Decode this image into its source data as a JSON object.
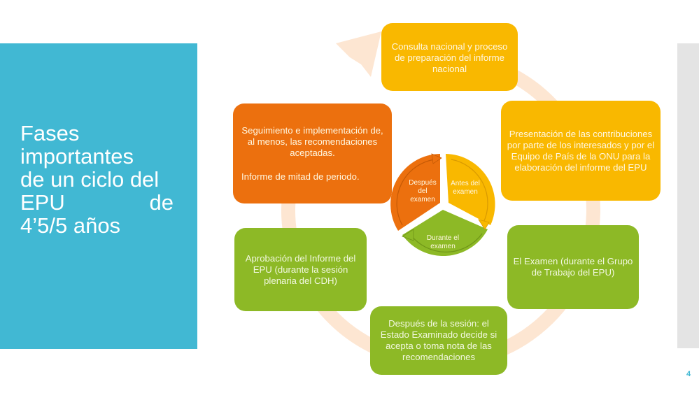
{
  "slide": {
    "title_lines": [
      "Fases",
      "importantes",
      "de un ciclo del"
    ],
    "title_spread": [
      "EPU",
      "de"
    ],
    "title_last": "4’5/5 años",
    "page_number": "4"
  },
  "colors": {
    "title_panel": "#41B8D3",
    "yellow": "#F9B800",
    "orange": "#EC700E",
    "green": "#8DB926",
    "ring": "#FDE6D2",
    "side_panel": "#E4E4E4"
  },
  "phases": [
    {
      "id": "consulta",
      "color": "yellow",
      "text": "Consulta nacional y proceso de preparación del informe nacional"
    },
    {
      "id": "presentacion",
      "color": "yellow",
      "text": "Presentación de las contribuciones por parte de los interesados y por el Equipo de País de la ONU para la elaboración del informe del EPU"
    },
    {
      "id": "examen",
      "color": "green",
      "text": "El Examen (durante el Grupo de Trabajo del EPU)"
    },
    {
      "id": "despues-sesion",
      "color": "green",
      "text": "Después de la sesión: el Estado Examinado decide si acepta o toma nota de las recomendaciones"
    },
    {
      "id": "aprobacion",
      "color": "green",
      "text": "Aprobación del Informe del EPU (durante la sesión plenaria del CDH)"
    },
    {
      "id": "seguimiento",
      "color": "orange",
      "text": "Seguimiento e implementación de, al menos, las recomendaciones aceptadas.",
      "text2": "Informe de mitad de periodo."
    }
  ],
  "inner_cycle": [
    {
      "label": "Antes del examen",
      "color": "yellow"
    },
    {
      "label": "Durante el examen",
      "color": "green"
    },
    {
      "label": "Después del examen",
      "color": "orange"
    }
  ]
}
